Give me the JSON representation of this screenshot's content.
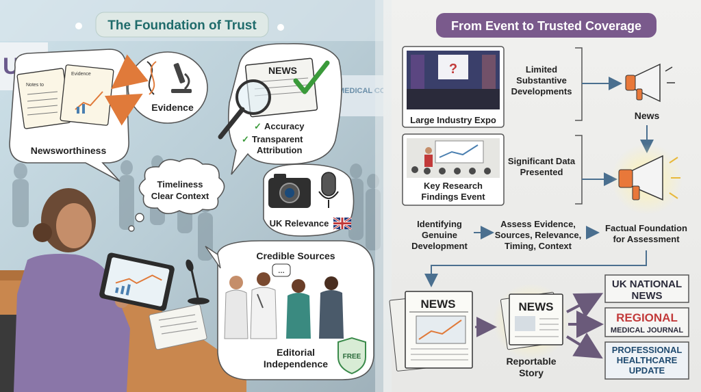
{
  "left": {
    "title": "The Foundation of Trust",
    "background_words": {
      "uk": "UK",
      "conference": "MEDICAL CONFERENCE"
    },
    "newsworthiness": "Newsworthiness",
    "notebook_text": {
      "left_heading": "Notes to",
      "right_heading": "Evidence"
    },
    "evidence": "Evidence",
    "news_label": "NEWS",
    "accuracy": "Accuracy",
    "transparent_1": "Transparent",
    "transparent_2": "Attribution",
    "timeliness": "Timeliness",
    "clear_context": "Clear Context",
    "uk_relevance": "UK Relevance",
    "credible_sources": "Credible Sources",
    "editorial_1": "Editorial",
    "editorial_2": "Independence",
    "free_badge": "FREE"
  },
  "right": {
    "title": "From Event to Trusted Coverage",
    "expo_label": "Large Industry Expo",
    "expo_screen_mark": "?",
    "limited_1": "Limited",
    "limited_2": "Substantive",
    "limited_3": "Developments",
    "news_top": "News",
    "research_1": "Key Research",
    "research_2": "Findings Event",
    "sigdata_1": "Significant Data",
    "sigdata_2": "Presented",
    "identify_1": "Identifying",
    "identify_2": "Genuine",
    "identify_3": "Development",
    "assess_1": "Assess Evidence,",
    "assess_2": "Sources, Relevance,",
    "assess_3": "Timing, Context",
    "factual_1": "Factual Foundation",
    "factual_2": "for Assessment",
    "news_paper_label": "NEWS",
    "news_paper_label2": "NEWS",
    "reportable_1": "Reportable",
    "reportable_2": "Story",
    "uk_national_1": "UK NATIONAL",
    "uk_national_2": "NEWS",
    "regional_1": "REGIONAL",
    "regional_2": "MEDICAL JOURNAL",
    "professional_1": "PROFESSIONAL",
    "professional_2": "HEALTHCARE",
    "professional_3": "UPDATE"
  },
  "colors": {
    "left_title_bg": "#dfe9e6",
    "left_title_text": "#1f6b6b",
    "right_title_bg": "#7a5a8c",
    "right_title_text": "#ffffff",
    "arrow": "#4a6f8f",
    "orange_arrow": "#e07a3a",
    "check_green": "#3a9a3a",
    "regional_red": "#c23a3a",
    "megaphone_orange": "#e8783a"
  }
}
